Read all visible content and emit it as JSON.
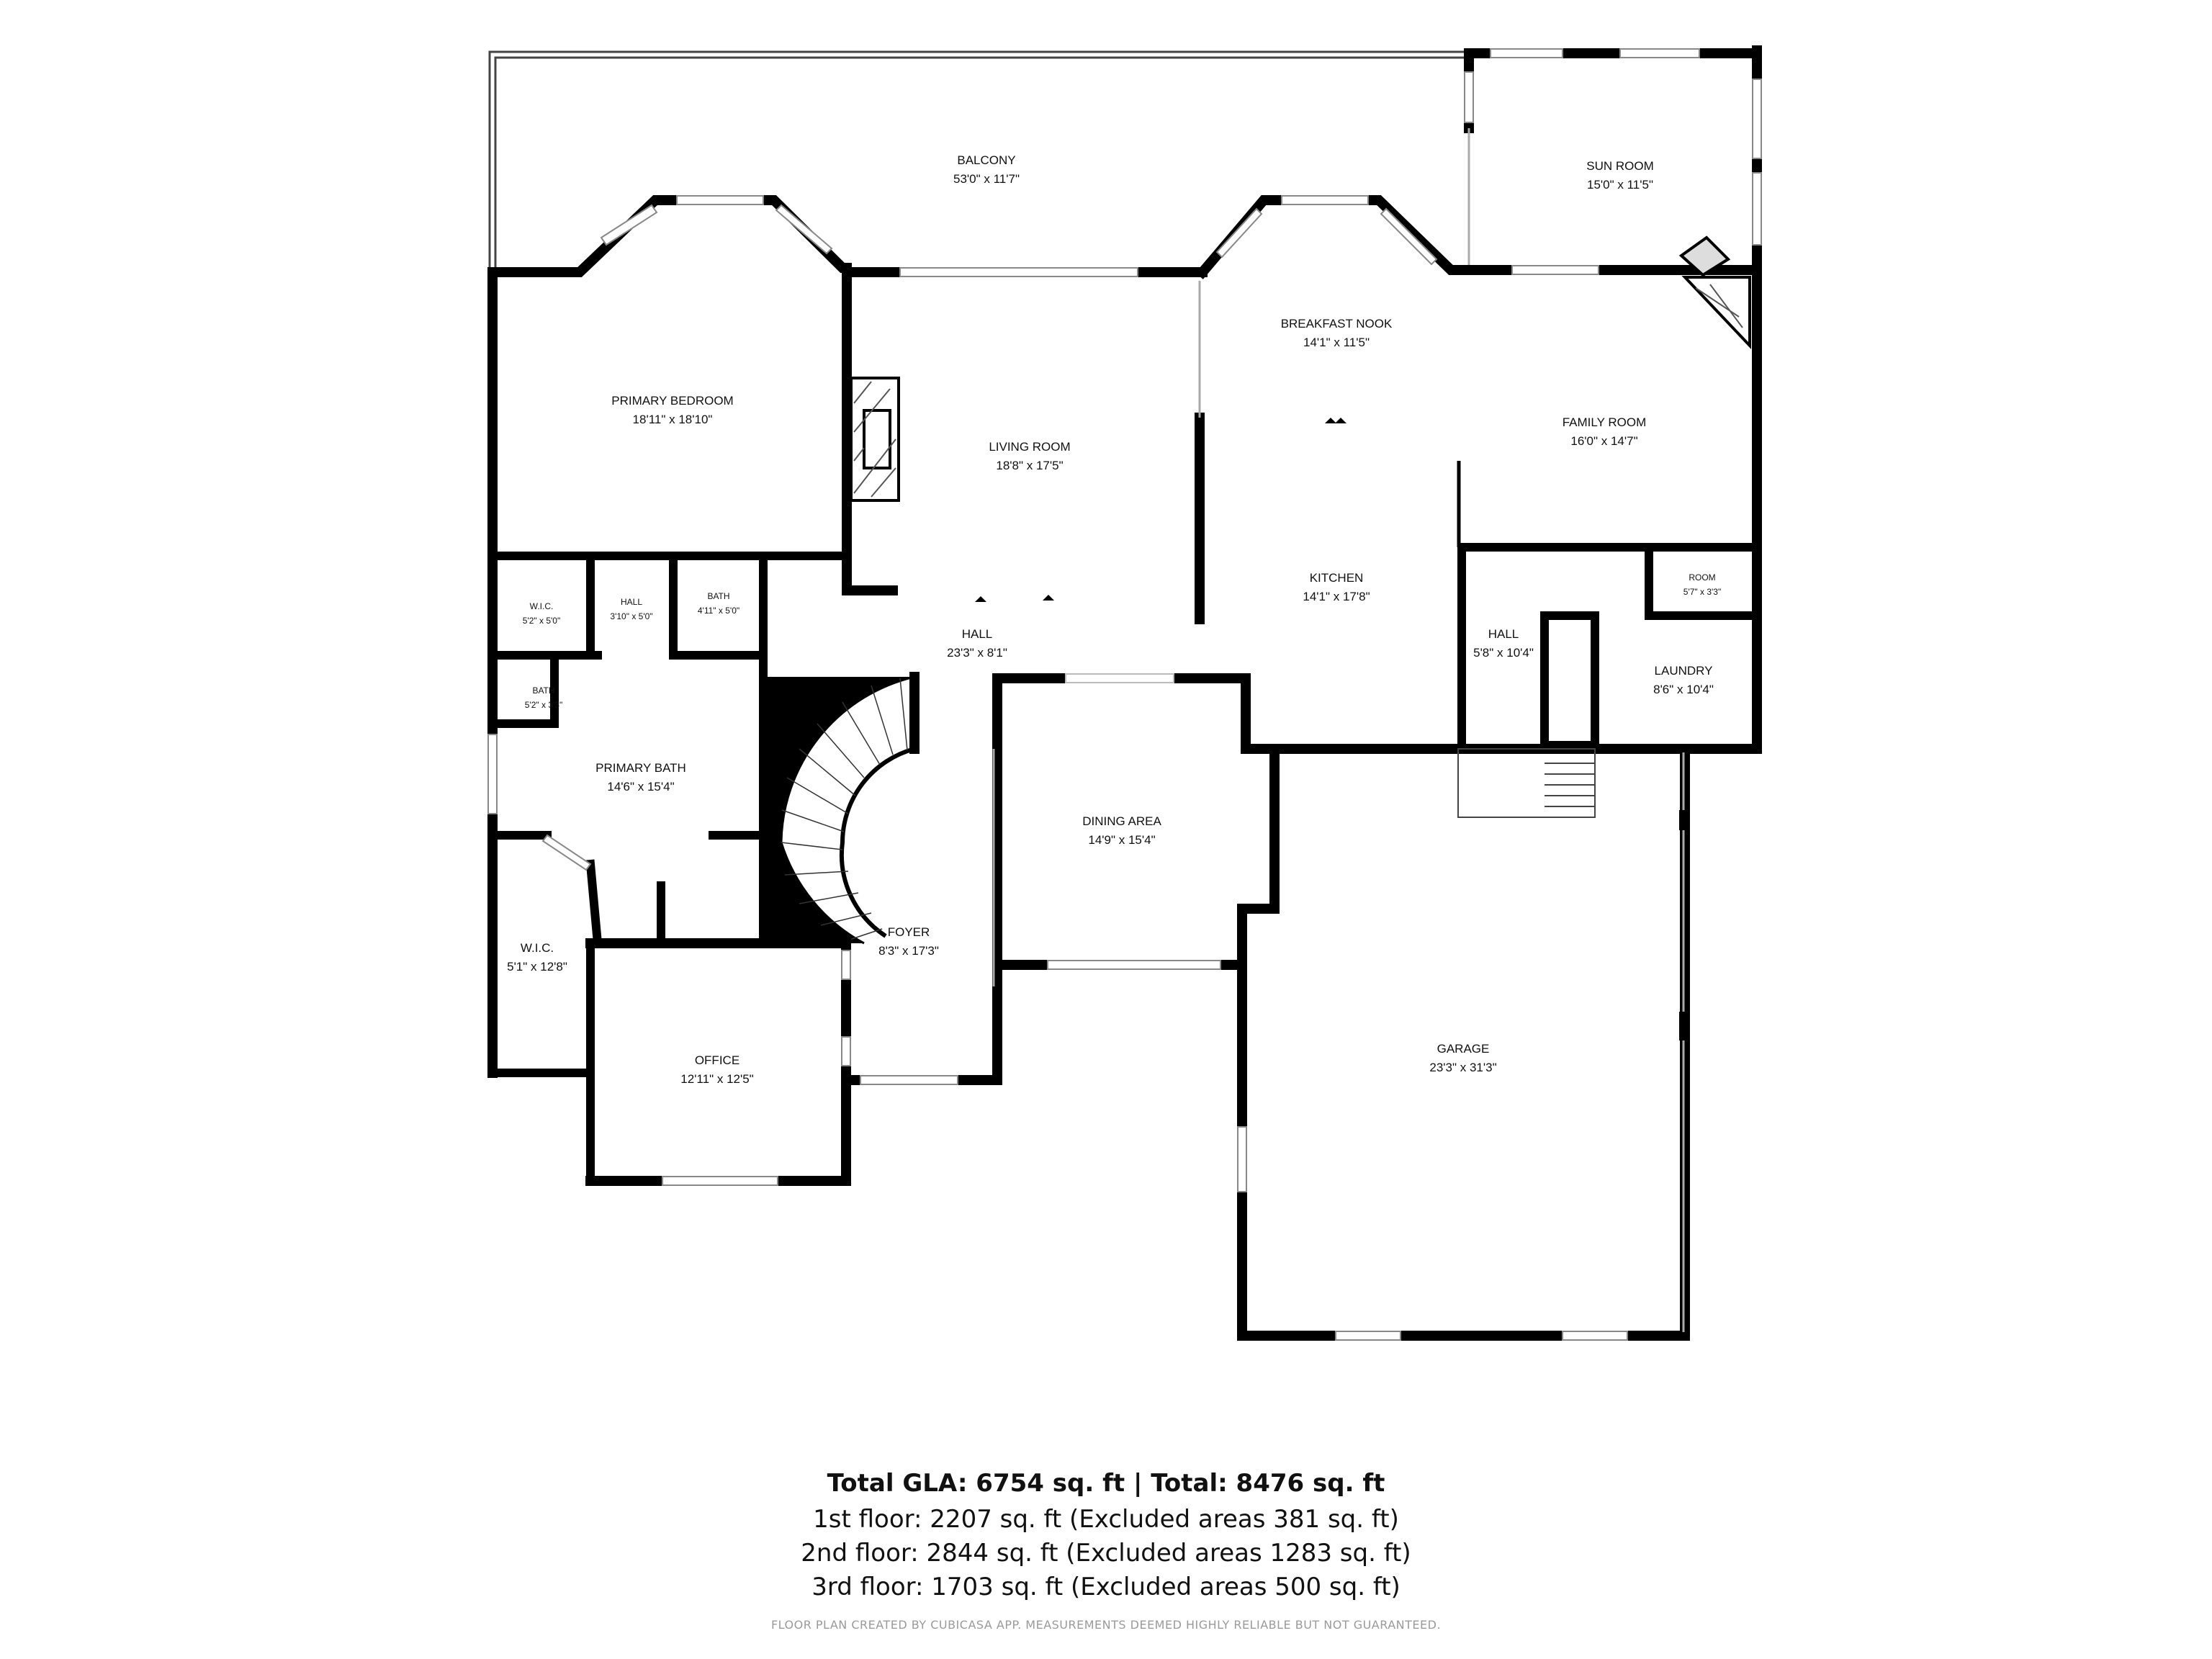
{
  "rooms": {
    "balcony": {
      "name": "BALCONY",
      "dims": "53'0\" x 11'7\""
    },
    "sun_room": {
      "name": "SUN ROOM",
      "dims": "15'0\" x 11'5\""
    },
    "primary_bedroom": {
      "name": "PRIMARY BEDROOM",
      "dims": "18'11\" x 18'10\""
    },
    "living_room": {
      "name": "LIVING ROOM",
      "dims": "18'8\" x 17'5\""
    },
    "breakfast_nook": {
      "name": "BREAKFAST NOOK",
      "dims": "14'1\" x 11'5\""
    },
    "family_room": {
      "name": "FAMILY ROOM",
      "dims": "16'0\" x 14'7\""
    },
    "kitchen": {
      "name": "KITCHEN",
      "dims": "14'1\" x 17'8\""
    },
    "wic_small": {
      "name": "W.I.C.",
      "dims": "5'2\" x 5'0\""
    },
    "hall_small": {
      "name": "HALL",
      "dims": "3'10\" x 5'0\""
    },
    "bath_a": {
      "name": "BATH",
      "dims": "4'11\" x 5'0\""
    },
    "bath_b": {
      "name": "BATH",
      "dims": "5'2\" x 3'3\""
    },
    "hall_main": {
      "name": "HALL",
      "dims": "23'3\" x 8'1\""
    },
    "hall_east": {
      "name": "HALL",
      "dims": "5'8\" x 10'4\""
    },
    "room_small": {
      "name": "ROOM",
      "dims": "5'7\" x 3'3\""
    },
    "laundry": {
      "name": "LAUNDRY",
      "dims": "8'6\" x 10'4\""
    },
    "primary_bath": {
      "name": "PRIMARY BATH",
      "dims": "14'6\" x 15'4\""
    },
    "dining_area": {
      "name": "DINING AREA",
      "dims": "14'9\" x 15'4\""
    },
    "wic_large": {
      "name": "W.I.C.",
      "dims": "5'1\" x 12'8\""
    },
    "foyer": {
      "name": "FOYER",
      "dims": "8'3\" x 17'3\""
    },
    "garage": {
      "name": "GARAGE",
      "dims": "23'3\" x 31'3\""
    },
    "office": {
      "name": "OFFICE",
      "dims": "12'11\" x 12'5\""
    }
  },
  "summary": {
    "total": "Total GLA: 6754 sq. ft | Total: 8476 sq. ft",
    "floor1": "1st floor: 2207 sq. ft (Excluded areas 381 sq. ft)",
    "floor2": "2nd floor: 2844 sq. ft (Excluded areas 1283 sq. ft)",
    "floor3": "3rd floor: 1703 sq. ft (Excluded areas 500 sq. ft)"
  },
  "disclaimer": "FLOOR PLAN CREATED BY CUBICASA APP. MEASUREMENTS DEEMED HIGHLY RELIABLE BUT NOT GUARANTEED.",
  "colors": {
    "wall": "#000000",
    "thin_wall": "#444444",
    "window": "#9a9a9a",
    "background": "#ffffff"
  }
}
